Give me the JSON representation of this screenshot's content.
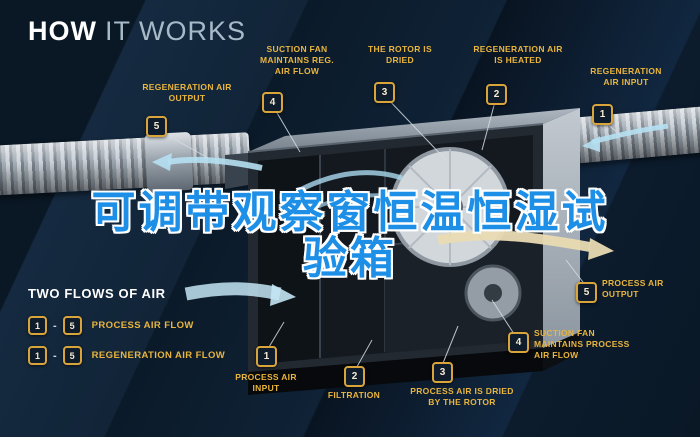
{
  "header": {
    "title_bold": "HOW",
    "title_light": "IT WORKS"
  },
  "overlay_title": {
    "line1": "可调带观察窗恒温恒湿试",
    "line2": "验箱"
  },
  "callouts": {
    "regen_output": {
      "num": "5",
      "label": "REGENERATION AIR OUTPUT"
    },
    "regen_fan": {
      "num": "4",
      "label": "SUCTION FAN MAINTAINS REG. AIR FLOW"
    },
    "rotor_dried": {
      "num": "3",
      "label": "THE ROTOR IS DRIED"
    },
    "regen_heated": {
      "num": "2",
      "label": "REGENERATION AIR IS HEATED"
    },
    "regen_input": {
      "num": "1",
      "label": "REGENERATION AIR INPUT"
    },
    "process_output": {
      "num": "5",
      "label": "PROCESS AIR OUTPUT"
    },
    "process_fan": {
      "num": "4",
      "label": "SUCTION FAN MAINTAINS PROCESS AIR FLOW"
    },
    "process_input": {
      "num": "1",
      "label": "PROCESS AIR INPUT"
    },
    "filtration": {
      "num": "2",
      "label": "FILTRATION"
    },
    "process_dried": {
      "num": "3",
      "label": "PROCESS AIR IS DRIED BY THE ROTOR"
    }
  },
  "legend": {
    "title": "TWO FLOWS OF AIR",
    "separator": "-",
    "items": [
      {
        "from": "1",
        "to": "5",
        "label": "PROCESS AIR FLOW"
      },
      {
        "from": "1",
        "to": "5",
        "label": "REGENERATION AIR FLOW"
      }
    ]
  },
  "colors": {
    "accent_gold": "#e9b53e",
    "overlay_blue": "#1e8fe6",
    "airflow_blue": "#b5e0f2",
    "airflow_cream": "#e9dbb2",
    "background": "#0d1c2b"
  }
}
